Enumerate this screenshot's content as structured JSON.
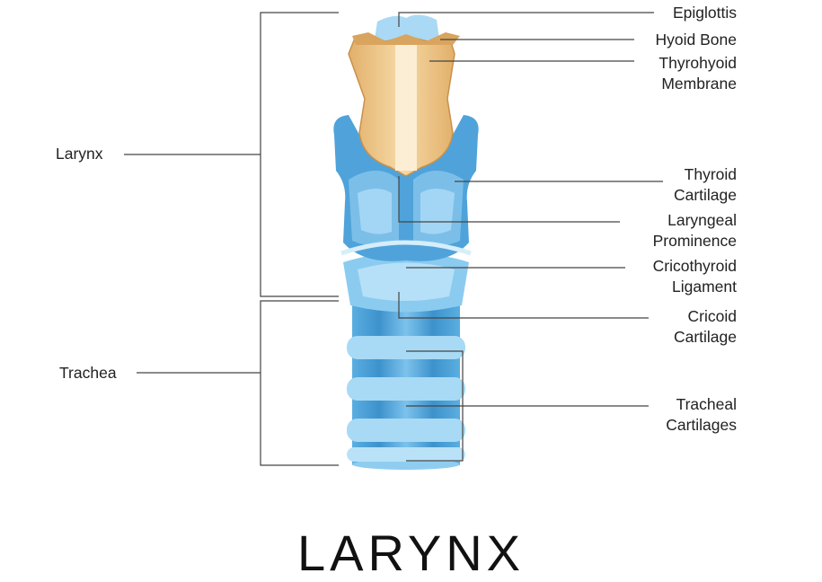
{
  "title": "LARYNX",
  "labels": {
    "larynx": "Larynx",
    "trachea": "Trachea",
    "epiglottis": "Epiglottis",
    "hyoid_bone": "Hyoid Bone",
    "thyrohyoid": [
      "Thyrohyoid",
      "Membrane"
    ],
    "thyroid_cartilage": [
      "Thyroid",
      "Cartilage"
    ],
    "laryngeal_prominence": [
      "Laryngeal",
      "Prominence"
    ],
    "cricothyroid_ligament": [
      "Cricothyroid",
      "Ligament"
    ],
    "cricoid_cartilage": [
      "Cricoid",
      "Cartilage"
    ],
    "tracheal_cartilages": [
      "Tracheal",
      "Cartilages"
    ]
  },
  "colors": {
    "bone": "#efc98e",
    "bone_dark": "#d9a45e",
    "cartilage": "#5aaee0",
    "cartilage_light": "#9fd3f2",
    "cartilage_dark": "#3b8fc9",
    "line": "#333333"
  }
}
